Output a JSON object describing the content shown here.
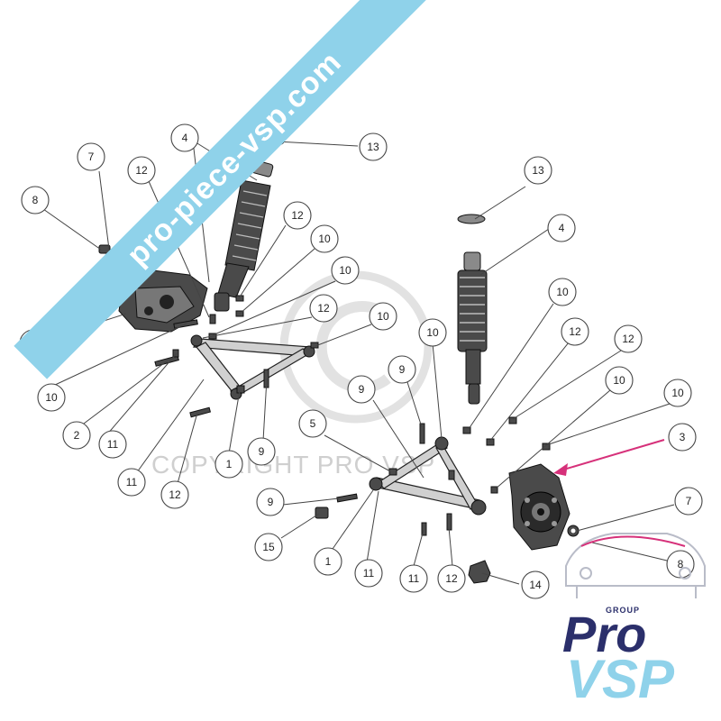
{
  "watermark": {
    "banner_text": "pro-piece-vsp.com",
    "banner_color": "#8fd2ea",
    "copyright_text": "COPYRIGHT PRO VSP"
  },
  "logo": {
    "group": "GROUP",
    "pro": "Pro",
    "vsp": "VSP",
    "pro_color": "#2b2f6b",
    "vsp_color": "#8fd2ea",
    "accent_color": "#d6317a"
  },
  "highlight_color": "#d6317a",
  "callouts": [
    "13",
    "13",
    "4",
    "4",
    "7",
    "8",
    "12",
    "12",
    "10",
    "10",
    "12",
    "10",
    "12",
    "10",
    "2",
    "11",
    "11",
    "12",
    "1",
    "9",
    "10",
    "9",
    "5",
    "9",
    "10",
    "12",
    "12",
    "10",
    "10",
    "3",
    "9",
    "15",
    "1",
    "11",
    "11",
    "12",
    "14",
    "7",
    "8"
  ]
}
